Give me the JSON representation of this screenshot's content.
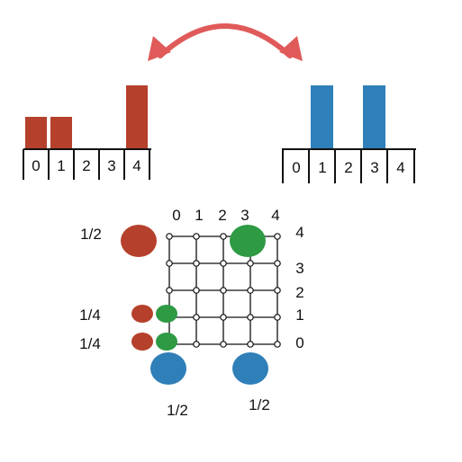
{
  "colors": {
    "red": "#b5402b",
    "blue": "#2f7fb8",
    "green": "#2e9a44",
    "arrow": "#e05a5a",
    "line": "#111111"
  },
  "left_histogram": {
    "bins": [
      "0",
      "1",
      "2",
      "3",
      "4"
    ],
    "heights": [
      1,
      1,
      0,
      0,
      2
    ]
  },
  "right_histogram": {
    "bins": [
      "0",
      "1",
      "2",
      "3",
      "4"
    ],
    "heights": [
      0,
      2,
      0,
      2,
      0
    ]
  },
  "grid": {
    "col_labels": [
      "0",
      "1",
      "2",
      "3",
      "4"
    ],
    "row_labels": [
      "4",
      "3",
      "2",
      "1",
      "0"
    ]
  },
  "mass_labels": {
    "red_top": "1/2",
    "red_mid": "1/4",
    "red_low": "1/4",
    "blue_left": "1/2",
    "blue_right": "1/2"
  }
}
